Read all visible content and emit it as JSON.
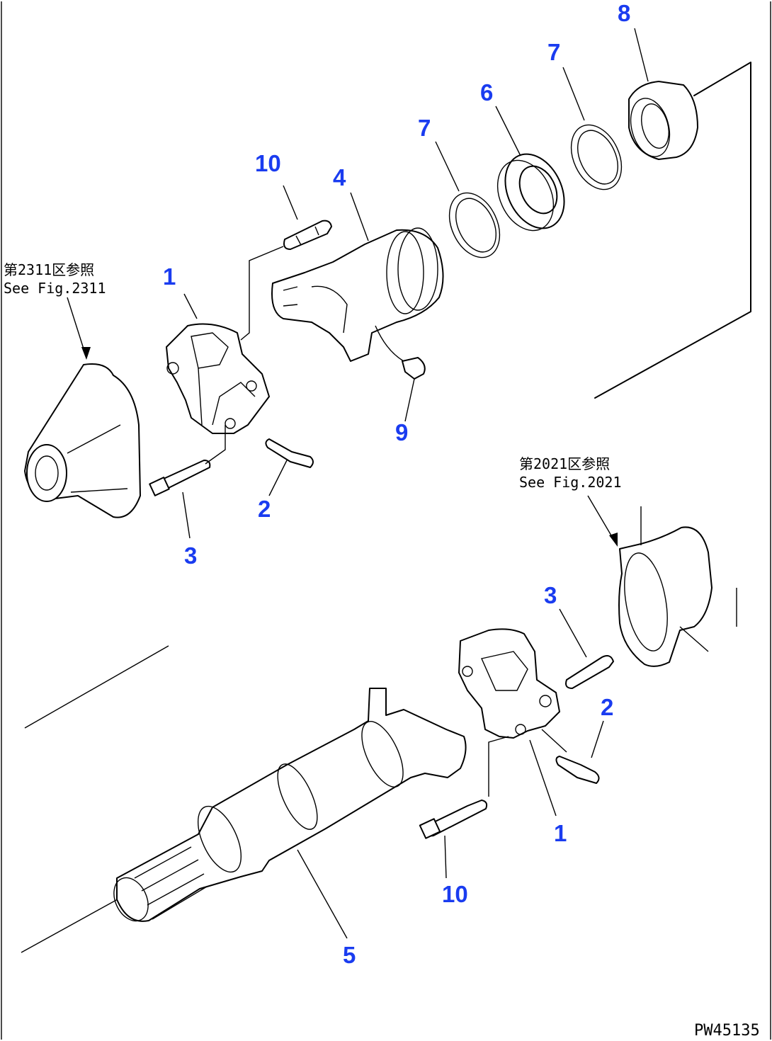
{
  "drawing_id": "PW45135",
  "references": {
    "upper": {
      "jp": "第2311区参照",
      "en": "See Fig.2311"
    },
    "lower": {
      "jp": "第2021区参照",
      "en": "See Fig.2021"
    }
  },
  "callouts": {
    "upper_joint": "1",
    "upper_bolt_2": "2",
    "upper_bolt_3": "3",
    "yoke_sleeve": "4",
    "shaft": "5",
    "bearing": "6",
    "snap_ring_left": "7",
    "snap_ring_right": "7",
    "bearing_cover": "8",
    "grease_fitting": "9",
    "upper_bolt_10": "10",
    "lower_joint": "1",
    "lower_bolt_2": "2",
    "lower_bolt_3": "3",
    "lower_bolt_10": "10"
  },
  "colors": {
    "callout": "#1a3cf0",
    "line": "#000000",
    "background": "#ffffff"
  }
}
